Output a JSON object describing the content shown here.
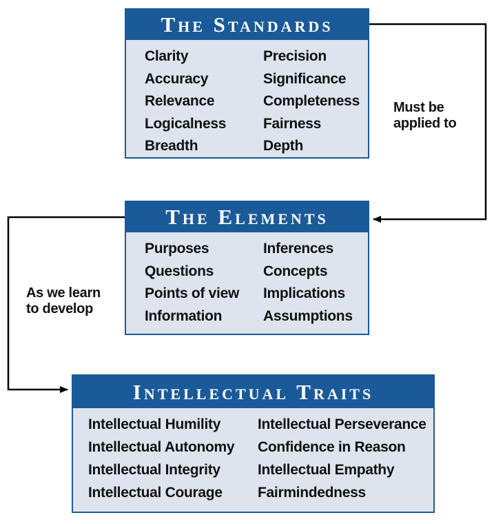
{
  "diagram": {
    "standards": {
      "title": "The Standards",
      "left_items": [
        "Clarity",
        "Accuracy",
        "Relevance",
        "Logicalness",
        "Breadth"
      ],
      "right_items": [
        "Precision",
        "Significance",
        "Completeness",
        "Fairness",
        "Depth"
      ]
    },
    "elements": {
      "title": "The Elements",
      "left_items": [
        "Purposes",
        "Questions",
        "Points of view",
        "Information"
      ],
      "right_items": [
        "Inferences",
        "Concepts",
        "Implications",
        "Assumptions"
      ]
    },
    "traits": {
      "title": "Intellectual Traits",
      "left_items": [
        "Intellectual Humility",
        "Intellectual Autonomy",
        "Intellectual Integrity",
        "Intellectual Courage"
      ],
      "right_items": [
        "Intellectual Perseverance",
        "Confidence in Reason",
        "Intellectual Empathy",
        "Fairmindedness"
      ]
    },
    "edges": {
      "standards_to_elements": {
        "line1": "Must be",
        "line2": "applied to"
      },
      "elements_to_traits": {
        "line1": "As we learn",
        "line2": "to develop"
      }
    },
    "colors": {
      "header_fill": "#1a5a99",
      "box_fill": "#dde4ee",
      "header_text": "#ffffff",
      "item_text": "#111111",
      "connector": "#000000"
    }
  }
}
